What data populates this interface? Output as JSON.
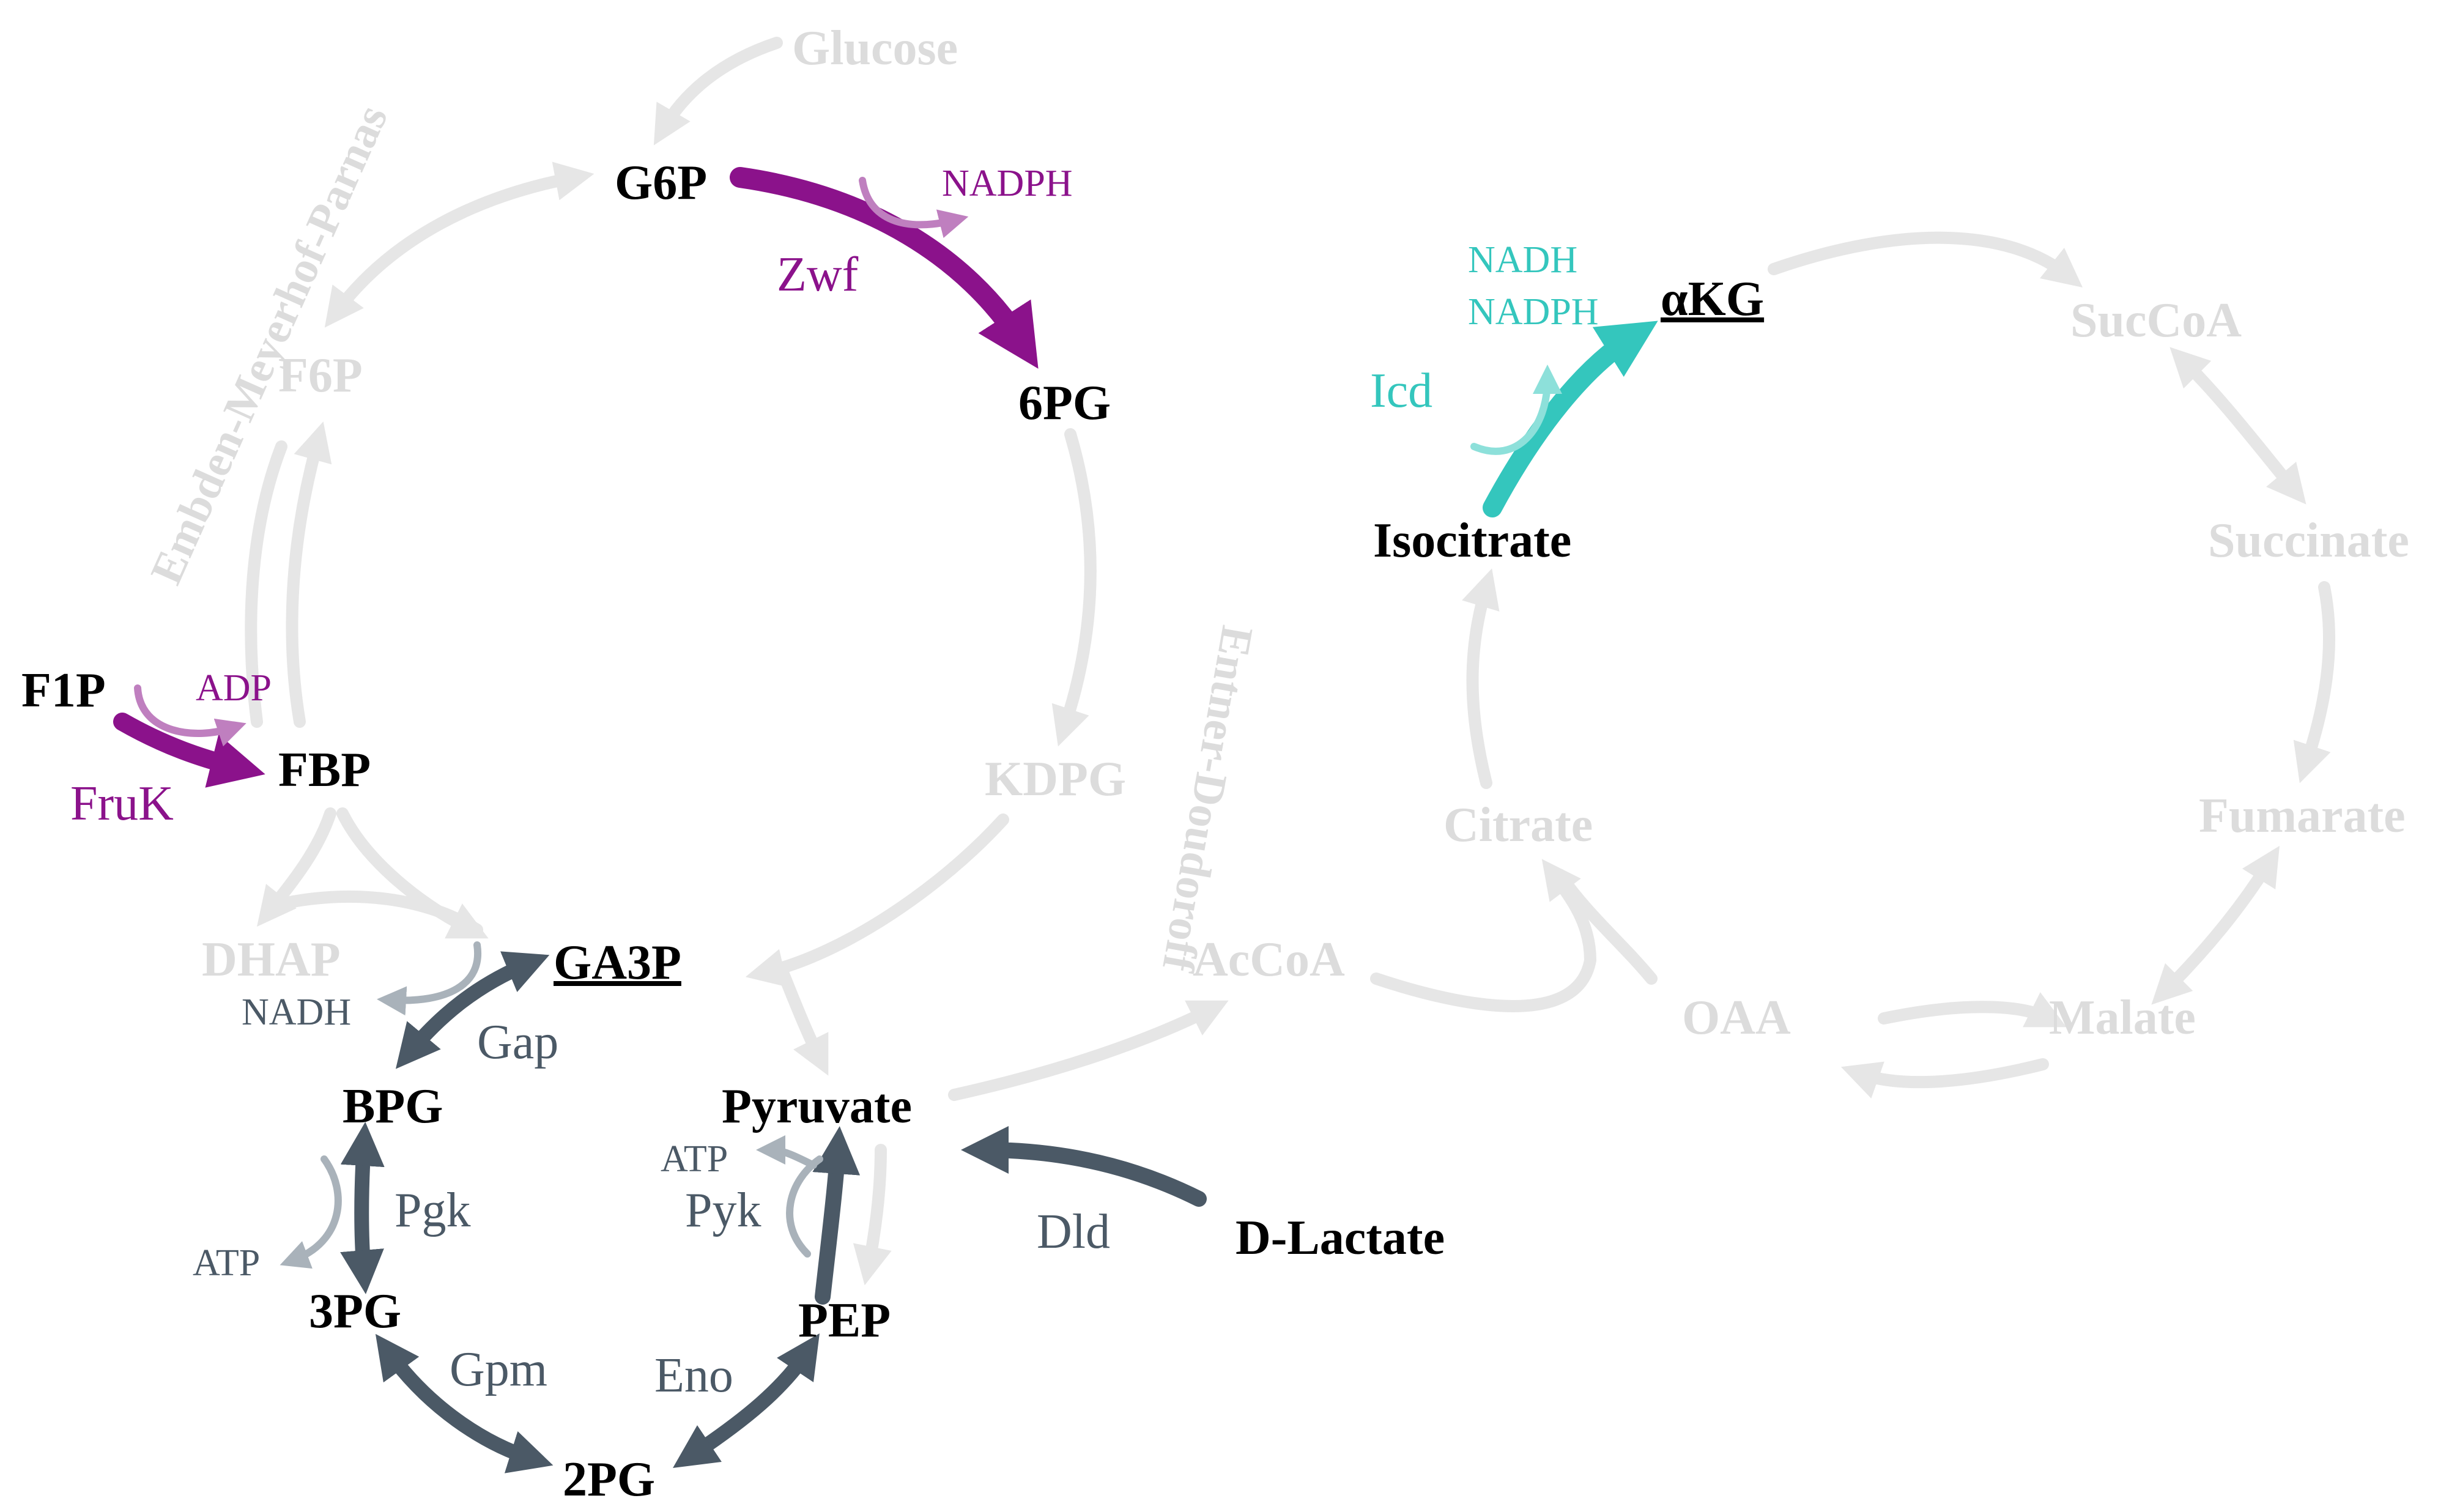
{
  "colors": {
    "faded": "#e6e6e6",
    "faded_text": "#dcdcdc",
    "gray": "#4b5966",
    "gray_light": "#a9b2ba",
    "gray_text": "#4b5966",
    "purple": "#8b128b",
    "purple_light": "#bf7fbf",
    "teal": "#34c6bd",
    "teal_light": "#8de0da",
    "black": "#000000"
  },
  "metabolites": {
    "glucose": "Glucose",
    "g6p": "G6P",
    "f6p": "F6P",
    "fbp": "FBP",
    "f1p": "F1P",
    "pg6": "6PG",
    "kdpg": "KDPG",
    "dhap": "DHAP",
    "ga3p": "GA3P",
    "bpg": "BPG",
    "pg3": "3PG",
    "pg2": "2PG",
    "pep": "PEP",
    "pyruvate": "Pyruvate",
    "dlactate": "D-Lactate",
    "accoa": "AcCoA",
    "citrate": "Citrate",
    "isocitrate": "Isocitrate",
    "akg": "αKG",
    "succoa": "SucCoA",
    "succinate": "Succinate",
    "fumarate": "Fumarate",
    "malate": "Malate",
    "oaa": "OAA"
  },
  "enzymes": {
    "zwf": "Zwf",
    "fruk": "FruK",
    "gap": "Gap",
    "pgk": "Pgk",
    "gpm": "Gpm",
    "eno": "Eno",
    "pyk": "Pyk",
    "dld": "Dld",
    "icd": "Icd"
  },
  "cofactors": {
    "nadph_zwf": "NADPH",
    "adp_fruk": "ADP",
    "nadh_gap": "NADH",
    "atp_pgk": "ATP",
    "atp_pyk": "ATP",
    "nadh_icd": "NADH",
    "nadph_icd": "NADPH"
  },
  "pathways": {
    "emp": "Embden-Meyerhof-Parnas",
    "ed": "Entner-Doudoroff"
  }
}
